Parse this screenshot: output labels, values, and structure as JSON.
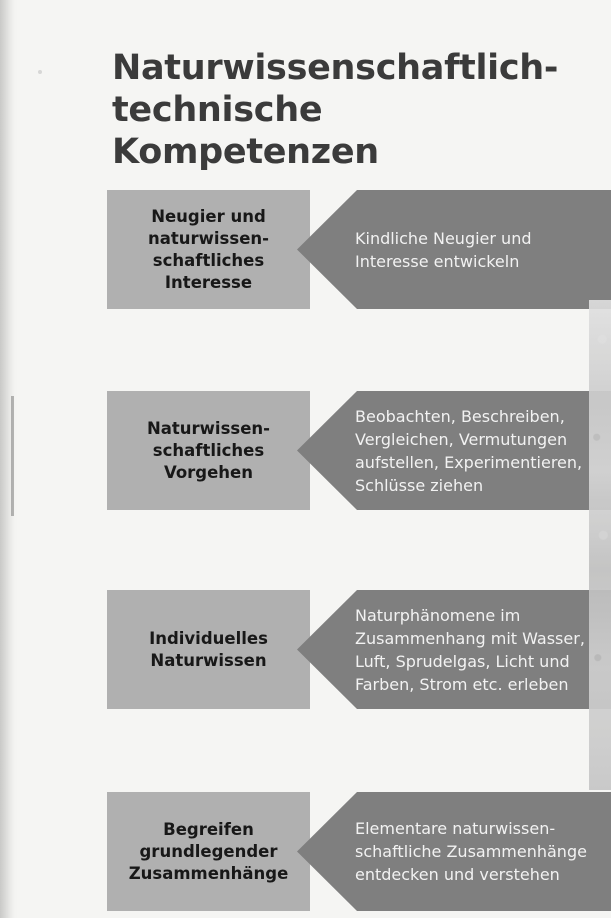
{
  "title": "Naturwissenschaftlich-\ntechnische Kompetenzen",
  "rows": [
    {
      "label": "Neugier und\nnaturwissen-\nschaftliches\nInteresse",
      "description": "Kindliche Neugier und\nInteresse entwickeln"
    },
    {
      "label": "Naturwissen-\nschaftliches\nVorgehen",
      "description": "Beobachten, Beschreiben,\nVergleichen, Vermutungen\naufstellen, Experimentieren,\nSchlüsse ziehen"
    },
    {
      "label": "Individuelles\nNaturwissen",
      "description": "Naturphänomene im\nZusammenhang mit Wasser,\nLuft, Sprudelgas, Licht und\nFarben, Strom etc. erleben"
    },
    {
      "label": "Begreifen\ngrundlegender\nZusammenhänge",
      "description": "Elementare naturwissen-\nschaftliche Zusammenhänge\nentdecken und verstehen"
    }
  ],
  "colors": {
    "page": "#f5f5f3",
    "title": "#3b3b3b",
    "label_box": "#b0b0b0",
    "arrow_box": "#7f7f7f",
    "arrow_text": "#f2f2f2"
  }
}
